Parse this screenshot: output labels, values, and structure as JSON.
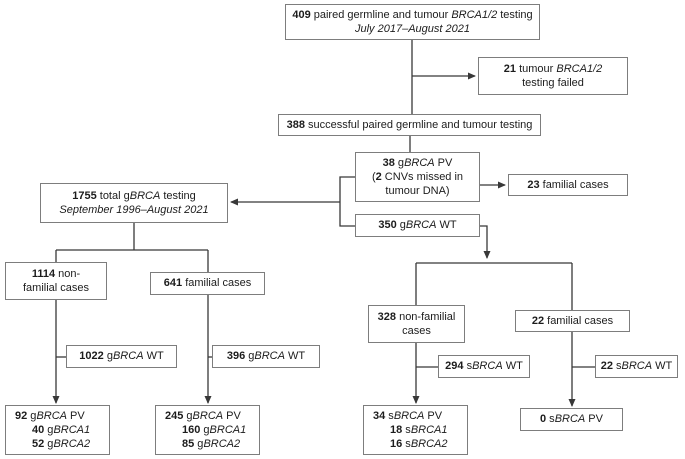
{
  "colors": {
    "background": "#ffffff",
    "box_border": "#7d7d7d",
    "connector": "#383838",
    "text": "#1c1c1c"
  },
  "boxes": {
    "paired409": {
      "lines": [
        [
          {
            "b": "409"
          },
          {
            "t": " paired germline and tumour "
          },
          {
            "i": "BRCA1/2"
          },
          {
            "t": " testing"
          }
        ],
        [
          {
            "i": "July 2017–August 2021"
          }
        ]
      ]
    },
    "failed21": {
      "lines": [
        [
          {
            "b": "21"
          },
          {
            "t": " tumour "
          },
          {
            "i": "BRCA1/2"
          }
        ],
        [
          {
            "t": "testing failed"
          }
        ]
      ]
    },
    "successful388": {
      "lines": [
        [
          {
            "b": "388"
          },
          {
            "t": " successful paired germline and tumour testing"
          }
        ]
      ]
    },
    "gbrca_pv_38": {
      "lines": [
        [
          {
            "b": "38"
          },
          {
            "t": " g"
          },
          {
            "i": "BRCA"
          },
          {
            "t": " PV"
          }
        ],
        [
          {
            "t": "("
          },
          {
            "b": "2"
          },
          {
            "t": " CNVs missed in"
          }
        ],
        [
          {
            "t": "tumour DNA)"
          }
        ]
      ]
    },
    "familial23": {
      "lines": [
        [
          {
            "b": "23"
          },
          {
            "t": " familial cases"
          }
        ]
      ]
    },
    "total1755": {
      "lines": [
        [
          {
            "b": "1755"
          },
          {
            "t": " total g"
          },
          {
            "i": "BRCA"
          },
          {
            "t": " testing"
          }
        ],
        [
          {
            "i": "September 1996–August 2021"
          }
        ]
      ]
    },
    "gbrca_wt_350": {
      "lines": [
        [
          {
            "b": "350"
          },
          {
            "t": " g"
          },
          {
            "i": "BRCA"
          },
          {
            "t": " WT"
          }
        ]
      ]
    },
    "nonfamilial1114": {
      "lines": [
        [
          {
            "b": "1114"
          },
          {
            "t": " non-"
          }
        ],
        [
          {
            "t": "familial cases"
          }
        ]
      ]
    },
    "familial641": {
      "lines": [
        [
          {
            "b": "641"
          },
          {
            "t": " familial cases"
          }
        ]
      ]
    },
    "nonfamilial328": {
      "lines": [
        [
          {
            "b": "328"
          },
          {
            "t": " non-familial"
          }
        ],
        [
          {
            "t": "cases"
          }
        ]
      ]
    },
    "familial22": {
      "lines": [
        [
          {
            "b": "22"
          },
          {
            "t": " familial cases"
          }
        ]
      ]
    },
    "gbrca_wt_1022": {
      "lines": [
        [
          {
            "b": "1022"
          },
          {
            "t": " g"
          },
          {
            "i": "BRCA"
          },
          {
            "t": " WT"
          }
        ]
      ]
    },
    "gbrca_wt_396": {
      "lines": [
        [
          {
            "b": "396"
          },
          {
            "t": " g"
          },
          {
            "i": "BRCA"
          },
          {
            "t": " WT"
          }
        ]
      ]
    },
    "sbrca_wt_294": {
      "lines": [
        [
          {
            "b": "294"
          },
          {
            "t": " s"
          },
          {
            "i": "BRCA"
          },
          {
            "t": " WT"
          }
        ]
      ]
    },
    "sbrca_wt_22": {
      "lines": [
        [
          {
            "b": "22"
          },
          {
            "t": " s"
          },
          {
            "i": "BRCA"
          },
          {
            "t": " WT"
          }
        ]
      ]
    },
    "gbrca_pv_92": {
      "lines": [
        [
          {
            "b": "92"
          },
          {
            "t": " g"
          },
          {
            "i": "BRCA"
          },
          {
            "t": " PV"
          }
        ],
        [
          {
            "b": "40"
          },
          {
            "t": " g"
          },
          {
            "i": "BRCA1"
          }
        ],
        [
          {
            "b": "52"
          },
          {
            "t": " g"
          },
          {
            "i": "BRCA2"
          }
        ]
      ]
    },
    "gbrca_pv_245": {
      "lines": [
        [
          {
            "b": "245"
          },
          {
            "t": " g"
          },
          {
            "i": "BRCA"
          },
          {
            "t": " PV"
          }
        ],
        [
          {
            "b": "160"
          },
          {
            "t": " g"
          },
          {
            "i": "BRCA1"
          }
        ],
        [
          {
            "b": "85"
          },
          {
            "t": " g"
          },
          {
            "i": "BRCA2"
          }
        ]
      ]
    },
    "sbrca_pv_34": {
      "lines": [
        [
          {
            "b": "34"
          },
          {
            "t": " s"
          },
          {
            "i": "BRCA"
          },
          {
            "t": " PV"
          }
        ],
        [
          {
            "b": "18"
          },
          {
            "t": " s"
          },
          {
            "i": "BRCA1"
          }
        ],
        [
          {
            "b": "16"
          },
          {
            "t": " s"
          },
          {
            "i": "BRCA2"
          }
        ]
      ]
    },
    "sbrca_pv_0": {
      "lines": [
        [
          {
            "b": "0"
          },
          {
            "t": " s"
          },
          {
            "i": "BRCA"
          },
          {
            "t": " PV"
          }
        ]
      ]
    }
  },
  "edges": [
    {
      "from": "paired409",
      "to": "successful388",
      "arrow": false
    },
    {
      "from": "paired409",
      "to": "failed21",
      "arrow": true
    },
    {
      "from": "successful388",
      "to": "gbrca_pv_38",
      "arrow": false
    },
    {
      "from": "gbrca_pv_38",
      "to": "familial23",
      "arrow": true
    },
    {
      "from": "gbrca_pv_38+gbrca_wt_350",
      "to": "total1755",
      "arrow": true
    },
    {
      "from": "gbrca_wt_350",
      "to": "nonfamilial328+familial22",
      "arrow": true
    },
    {
      "from": "total1755",
      "to": "nonfamilial1114",
      "arrow": false
    },
    {
      "from": "total1755",
      "to": "familial641",
      "arrow": false
    },
    {
      "from": "nonfamilial1114",
      "to": "gbrca_wt_1022",
      "arrow": false
    },
    {
      "from": "nonfamilial1114",
      "to": "gbrca_pv_92",
      "arrow": true
    },
    {
      "from": "familial641",
      "to": "gbrca_wt_396",
      "arrow": false
    },
    {
      "from": "familial641",
      "to": "gbrca_pv_245",
      "arrow": true
    },
    {
      "from": "nonfamilial328",
      "to": "sbrca_wt_294",
      "arrow": false
    },
    {
      "from": "nonfamilial328",
      "to": "sbrca_pv_34",
      "arrow": true
    },
    {
      "from": "familial22",
      "to": "sbrca_wt_22",
      "arrow": false
    },
    {
      "from": "familial22",
      "to": "sbrca_pv_0",
      "arrow": true
    }
  ]
}
